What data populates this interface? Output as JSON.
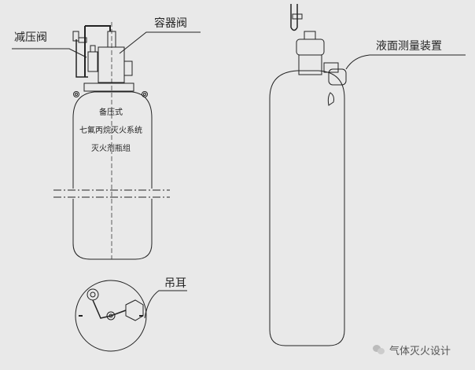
{
  "labels": {
    "pressure_reducing_valve": "减压阀",
    "container_valve": "容器阀",
    "lifting_lug": "吊耳",
    "level_measuring_device": "液面测量装置"
  },
  "cylinder_text": {
    "line1": "备压式",
    "line2": "七氟丙烷灭火系统",
    "line3": "灭火剂瓶组"
  },
  "watermark": "气体灭火设计",
  "colors": {
    "background": "#e9e9e9",
    "line": "#222222"
  }
}
